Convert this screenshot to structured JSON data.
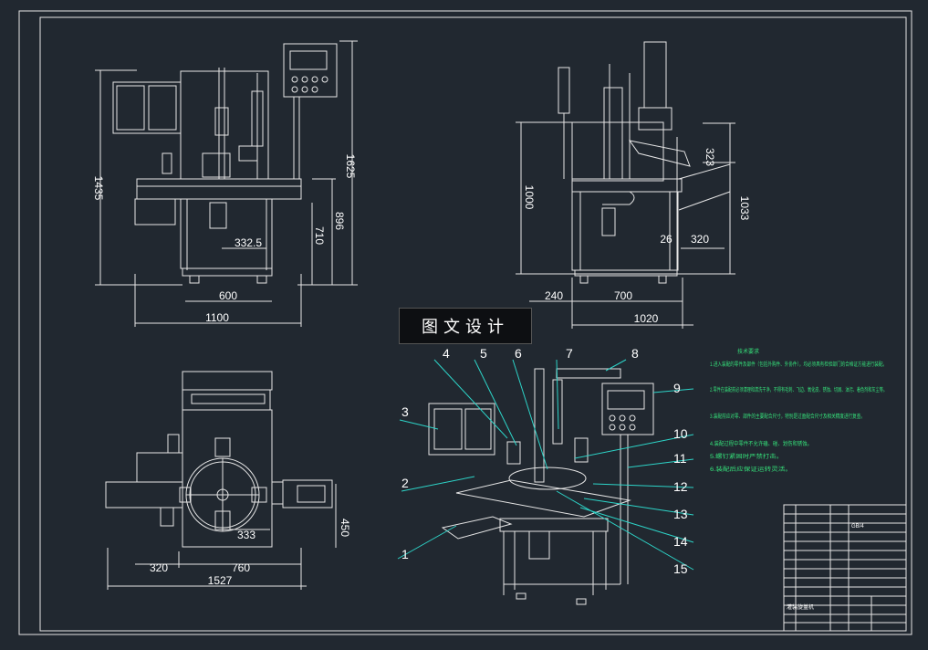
{
  "watermark": "图文设计",
  "dims": {
    "front_left": "1435",
    "front_mid": "896",
    "front_710": "710",
    "front_1625": "1625",
    "front_3325": "332.5",
    "front_600": "600",
    "front_1100": "1100",
    "side_1000": "1000",
    "side_323": "323",
    "side_1033": "1033",
    "side_26": "26",
    "side_320": "320",
    "side_240": "240",
    "side_700": "700",
    "side_1020": "1020",
    "top_333": "333",
    "top_450": "450",
    "top_320": "320",
    "top_760": "760",
    "top_1527": "1527"
  },
  "callouts": [
    "1",
    "2",
    "3",
    "4",
    "5",
    "6",
    "7",
    "8",
    "9",
    "10",
    "11",
    "12",
    "13",
    "14",
    "15"
  ],
  "notes": {
    "title": "技术要求",
    "lines": [
      "1.进入装配的零件及部件（包括外购件、外协件），均必须具有检验部门的合格证方能进行装配。",
      "2.零件在装配前必须清理和清洗干净，不得有毛刺、飞边、氧化皮、锈蚀、切屑、油污、着色剂和灰尘等。",
      "3.装配前应对零、部件的主要配合尺寸，特别是过盈配合尺寸及相关精度进行复查。",
      "4.装配过程中零件不允许磕、碰、划伤和锈蚀。",
      "5.螺钉紧固时严禁打击。",
      "6.装配后应保证运转灵活。"
    ]
  },
  "title_block": {
    "code": "GB/4",
    "name": "灌装旋盖机"
  }
}
